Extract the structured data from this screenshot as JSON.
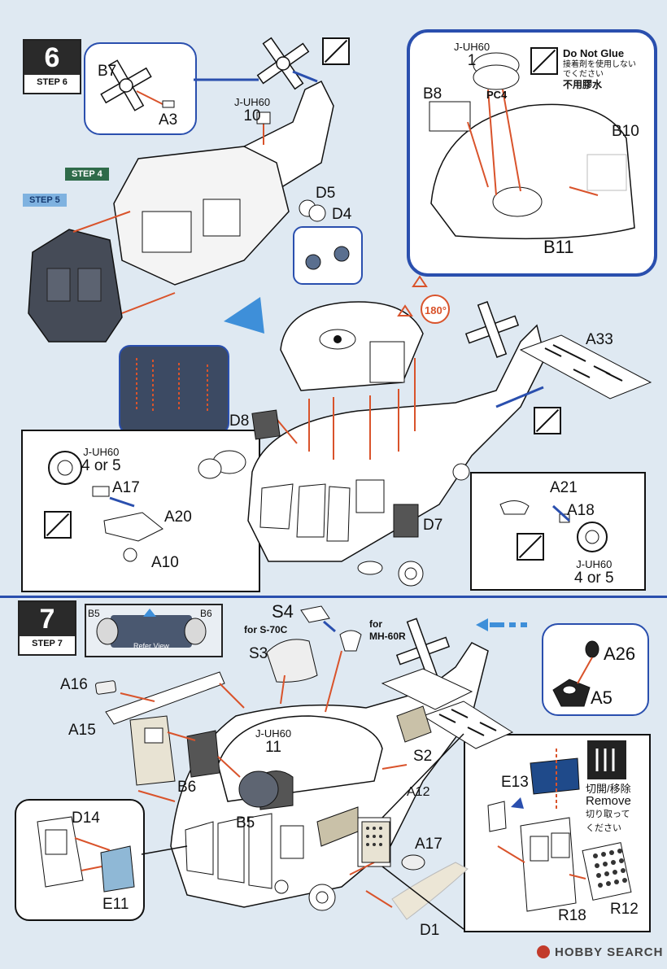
{
  "step6": {
    "number": "6",
    "label": "STEP 6",
    "tag_step4": "STEP 4",
    "tag_step5": "STEP 5"
  },
  "step7": {
    "number": "7",
    "label": "STEP 7",
    "refer_view": "Refer View"
  },
  "parts6": {
    "b7": "B7",
    "a3": "A3",
    "jlabel10": "J-UH60",
    "p10": "10",
    "d5": "D5",
    "d4": "D4",
    "jlabel1": "J-UH60",
    "p1": "1",
    "b8": "B8",
    "pc4": "PC4",
    "b10": "B10",
    "b11": "B11",
    "d8": "D8",
    "a33": "A33",
    "d7": "D7",
    "rot": "180°",
    "jlabel4": "J-UH60",
    "p4or5a": "4 or 5",
    "a17": "A17",
    "a20": "A20",
    "a10": "A10",
    "a21": "A21",
    "a18": "A18",
    "jlabel4b": "J-UH60",
    "p4or5b": "4 or 5"
  },
  "do_not_glue": {
    "en": "Do Not Glue",
    "jp": "接着剤を使用しない\nでください",
    "cn": "不用膠水"
  },
  "parts7": {
    "b5top": "B5",
    "b6top": "B6",
    "s4": "S4",
    "for_s70c": "for S-70C",
    "for_mh60r": "for\nMH-60R",
    "s3": "S3",
    "a16": "A16",
    "a15": "A15",
    "jlabel11": "J-UH60",
    "p11": "11",
    "b6": "B6",
    "b5": "B5",
    "s2": "S2",
    "a12": "A12",
    "a26": "A26",
    "a5": "A5",
    "e13": "E13",
    "d14": "D14",
    "e11": "E11",
    "a17b": "A17",
    "d1": "D1",
    "r18": "R18",
    "r12": "R12"
  },
  "remove_note": {
    "cn": "切開/移除",
    "en": "Remove",
    "jp": "切り取って\nください"
  },
  "watermark": "HOBBY SEARCH"
}
